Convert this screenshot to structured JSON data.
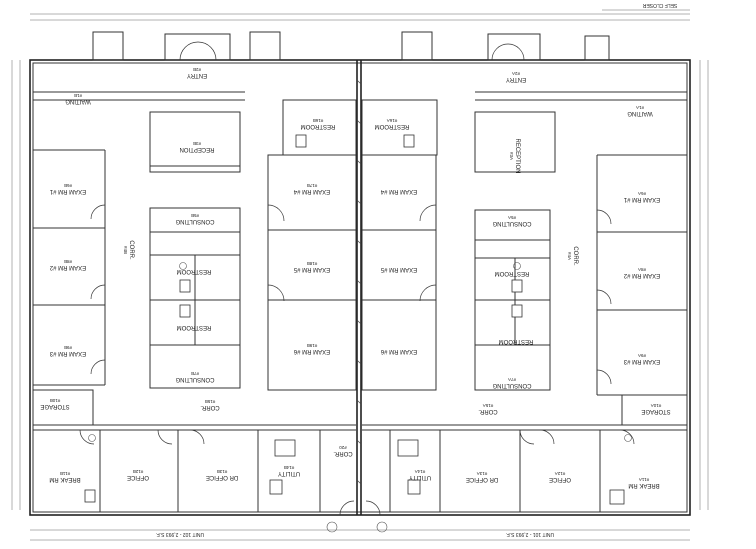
{
  "top_note": "SELF CLOSER",
  "units": {
    "left": "UNIT 102 - 2,993 S.F.",
    "right": "UNIT 101 - 2,993 S.F."
  },
  "left_unit_rooms": [
    {
      "key": "waiting_l",
      "label": "WAITING",
      "sub": "#1B"
    },
    {
      "key": "entry_l",
      "label": "ENTRY",
      "sub": "#2B"
    },
    {
      "key": "reception_l",
      "label": "RECEPTION",
      "sub": "#3B"
    },
    {
      "key": "exam1_l",
      "label": "EXAM RM #1",
      "sub": "#6B"
    },
    {
      "key": "exam2_l",
      "label": "EXAM RM #2",
      "sub": "#8B"
    },
    {
      "key": "exam3_l",
      "label": "EXAM RM #3",
      "sub": "#9B"
    },
    {
      "key": "storage_l",
      "label": "STORAGE",
      "sub": "#10B"
    },
    {
      "key": "breakrm_l",
      "label": "BREAK RM",
      "sub": "#11B"
    },
    {
      "key": "office_l",
      "label": "OFFICE",
      "sub": "#12B"
    },
    {
      "key": "droffice_l",
      "label": "DR OFFICE",
      "sub": "#13B"
    },
    {
      "key": "utility_l",
      "label": "UTILITY",
      "sub": "#14B"
    },
    {
      "key": "consult1_l",
      "label": "CONSULTING",
      "sub": "#5B"
    },
    {
      "key": "consult2_l",
      "label": "CONSULTING",
      "sub": "#7B"
    },
    {
      "key": "restroom1_l",
      "label": "RESTROOM",
      "sub": ""
    },
    {
      "key": "restroom2_l",
      "label": "RESTROOM",
      "sub": ""
    },
    {
      "key": "corr1_l",
      "label": "CORR.",
      "sub": "#4B"
    },
    {
      "key": "corr2_l",
      "label": "CORR.",
      "sub": "#15B"
    },
    {
      "key": "exam4_l",
      "label": "EXAM RM #4",
      "sub": "#17B"
    },
    {
      "key": "exam5_l",
      "label": "EXAM RM #5",
      "sub": "#18B"
    },
    {
      "key": "exam6_l",
      "label": "EXAM RM #6",
      "sub": "#19B"
    },
    {
      "key": "restroom3_l",
      "label": "RESTROOM",
      "sub": "#16B"
    }
  ],
  "right_unit_rooms": [
    {
      "key": "waiting_r",
      "label": "WAITING",
      "sub": "#1A"
    },
    {
      "key": "entry_r",
      "label": "ENTRY",
      "sub": "#2A"
    },
    {
      "key": "reception_r",
      "label": "RECEPTION",
      "sub": "#3A"
    },
    {
      "key": "exam1_r",
      "label": "EXAM RM #1",
      "sub": "#6A"
    },
    {
      "key": "exam2_r",
      "label": "EXAM RM #2",
      "sub": "#8A"
    },
    {
      "key": "exam3_r",
      "label": "EXAM RM #3",
      "sub": "#9A"
    },
    {
      "key": "storage_r",
      "label": "STORAGE",
      "sub": "#10A"
    },
    {
      "key": "breakrm_r",
      "label": "BREAK RM",
      "sub": "#11A"
    },
    {
      "key": "office_r",
      "label": "OFFICE",
      "sub": "#12A"
    },
    {
      "key": "droffice_r",
      "label": "DR OFFICE",
      "sub": "#13A"
    },
    {
      "key": "utility_r",
      "label": "UTILITY",
      "sub": "#14A"
    },
    {
      "key": "consult1_r",
      "label": "CONSULTING",
      "sub": "#5A"
    },
    {
      "key": "consult2_r",
      "label": "CONSULTING",
      "sub": "#7A"
    },
    {
      "key": "restroom1_r",
      "label": "RESTROOM",
      "sub": ""
    },
    {
      "key": "restroom2_r",
      "label": "RESTROOM",
      "sub": ""
    },
    {
      "key": "corr1_r",
      "label": "CORR.",
      "sub": "#4A"
    },
    {
      "key": "corr2_r",
      "label": "CORR.",
      "sub": "#15A"
    },
    {
      "key": "restroom3_r",
      "label": "RESTROOM",
      "sub": "#16A"
    }
  ],
  "notes": {
    "corr_center": "CORR.",
    "corr_center_sub": "#20"
  }
}
